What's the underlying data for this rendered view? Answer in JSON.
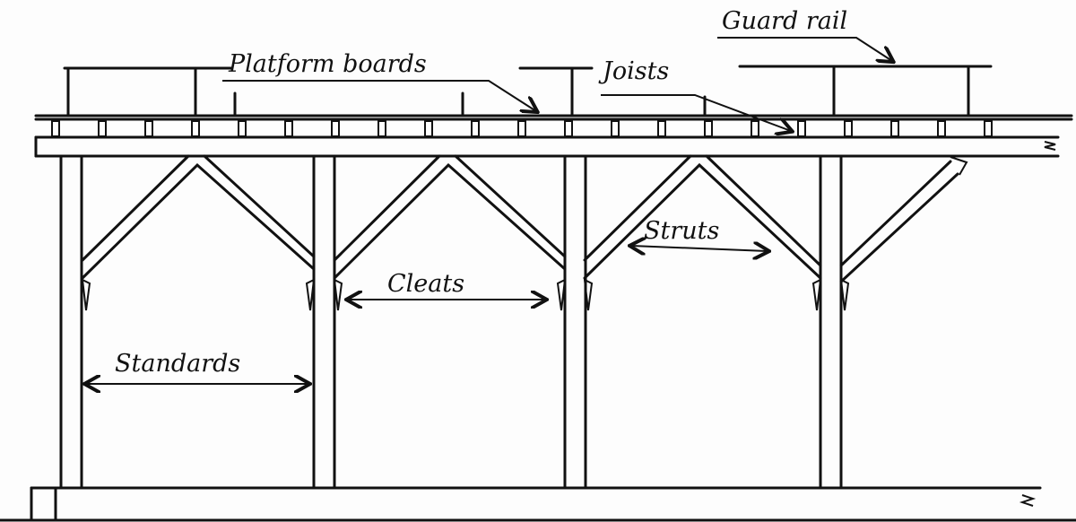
{
  "labels": {
    "guard_rail": "Guard rail",
    "platform_boards": "Platform boards",
    "joists": "Joists",
    "struts": "Struts",
    "cleats": "Cleats",
    "standards": "Standards"
  }
}
